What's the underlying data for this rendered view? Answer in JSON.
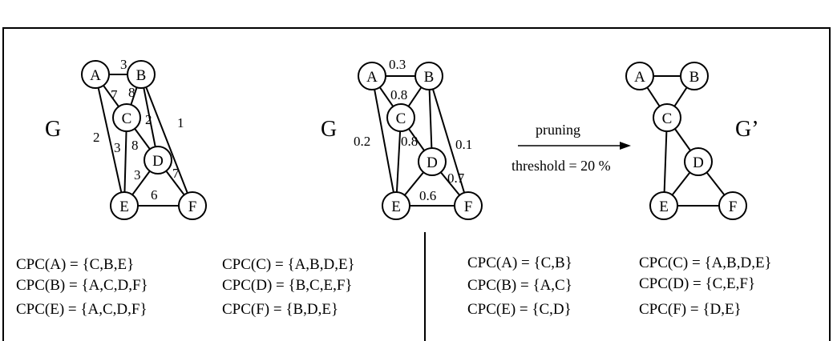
{
  "graphs": {
    "left": {
      "title": "G",
      "nodes": [
        "A",
        "B",
        "C",
        "D",
        "E",
        "F"
      ],
      "edge_weights": [
        "3",
        "7",
        "8",
        "2",
        "1",
        "2",
        "3",
        "8",
        "3",
        "7",
        "6"
      ]
    },
    "middle": {
      "title": "G",
      "nodes": [
        "A",
        "B",
        "C",
        "D",
        "E",
        "F"
      ],
      "edge_weights": [
        "0.3",
        "0.8",
        "0.2",
        "0.8",
        "0.1",
        "0.7",
        "0.6"
      ]
    },
    "right": {
      "title": "G’",
      "nodes": [
        "A",
        "B",
        "C",
        "D",
        "E",
        "F"
      ]
    }
  },
  "pruning": {
    "label": "pruning",
    "threshold": "threshold = 20 %"
  },
  "cpc_left": [
    "CPC(A) = {C,B,E}",
    "CPC(C) = {A,B,D,E}",
    "CPC(B) = {A,C,D,F}",
    "CPC(D) = {B,C,E,F}",
    "CPC(E) = {A,C,D,F}",
    "CPC(F) = {B,D,E}"
  ],
  "cpc_right": [
    "CPC(A) = {C,B}",
    "CPC(C) = {A,B,D,E}",
    "CPC(B) = {A,C}",
    "CPC(D) = {C,E,F}",
    "CPC(E) = {C,D}",
    "CPC(F) = {D,E}"
  ]
}
